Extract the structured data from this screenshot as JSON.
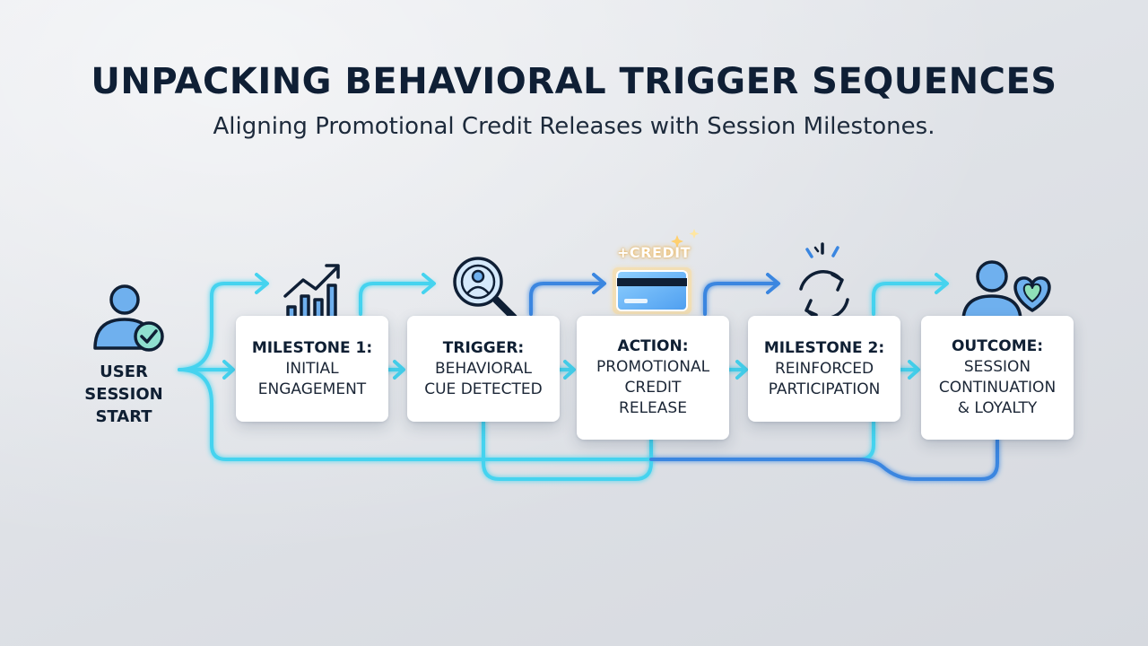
{
  "title": "UNPACKING BEHAVIORAL TRIGGER SEQUENCES",
  "subtitle": "Aligning Promotional Credit Releases with Session Milestones.",
  "start": {
    "lines": [
      "USER",
      "SESSION",
      "START"
    ],
    "icon": "user-check-icon"
  },
  "steps": [
    {
      "head": "MILESTONE 1:",
      "lines": [
        "INITIAL",
        "ENGAGEMENT"
      ],
      "icon": "growth-chart-icon"
    },
    {
      "head": "TRIGGER:",
      "lines": [
        "BEHAVIORAL",
        "CUE DETECTED"
      ],
      "icon": "magnifier-user-icon"
    },
    {
      "head": "ACTION:",
      "lines": [
        "PROMOTIONAL",
        "CREDIT",
        "RELEASE"
      ],
      "icon": "credit-card-icon",
      "tag": "+CREDIT"
    },
    {
      "head": "MILESTONE 2:",
      "lines": [
        "REINFORCED",
        "PARTICIPATION"
      ],
      "icon": "refresh-cycle-icon"
    },
    {
      "head": "OUTCOME:",
      "lines": [
        "SESSION",
        "CONTINUATION",
        "& LOYALTY"
      ],
      "icon": "user-heart-icon"
    }
  ],
  "colors": {
    "cyan": "#45d3ef",
    "blue": "#3a86e0",
    "navy": "#0f1f35",
    "icon_fill": "#6fb0ee",
    "heart_fill": "#8fe0b8"
  }
}
